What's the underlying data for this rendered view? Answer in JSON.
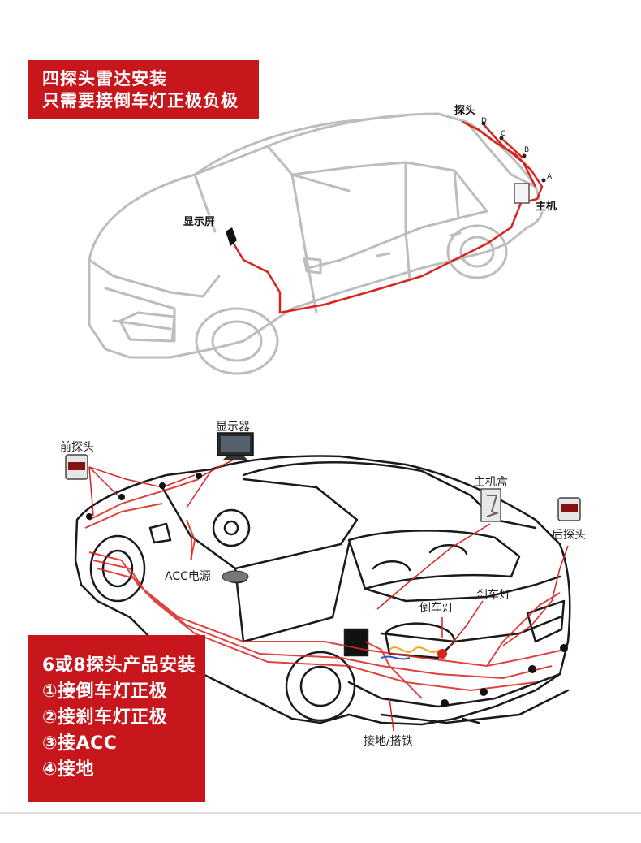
{
  "top": {
    "banner": {
      "line1": "四探头雷达安装",
      "line2": "只需要接倒车灯正极负极"
    },
    "labels": {
      "display": "显示屏",
      "sensor": "探头",
      "host": "主机"
    },
    "sensor_points": {
      "a": "A",
      "b": "B",
      "c": "C",
      "d": "D"
    }
  },
  "bottom": {
    "labels": {
      "display": "显示器",
      "front_sensor": "前探头",
      "acc_power": "ACC电源",
      "host_box": "主机盒",
      "rear_sensor": "后探头",
      "reverse_light": "倒车灯",
      "brake_light": "刹车灯",
      "ground": "接地/搭铁"
    },
    "banner": {
      "title": "6或8探头产品安装",
      "step1": "①接倒车灯正极",
      "step2": "②接刹车灯正极",
      "step3": "③接ACC",
      "step4": "④接地"
    }
  },
  "colors": {
    "accent_red": "#c8161d",
    "wire_red": "#d8231e",
    "car_outline": "#bdbdbd"
  }
}
